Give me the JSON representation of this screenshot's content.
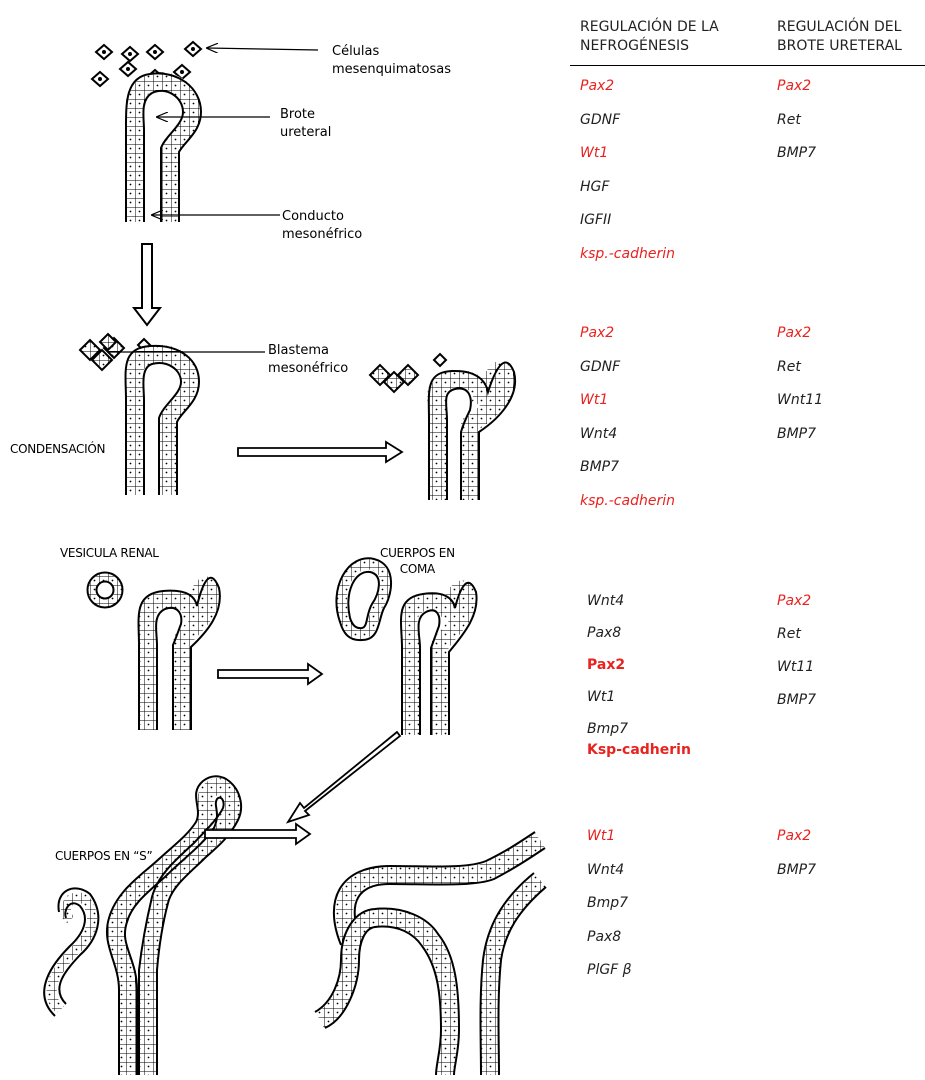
{
  "labels": {
    "celulas": "Células\nmesenquimatosas",
    "brote": "Brote\nureteral",
    "conducto": "Conducto\nmesonéfrico",
    "blastema": "Blastema\nmesonéfrico",
    "condensacion": "CONDENSACIÓN",
    "vesicula": "VESICULA RENAL",
    "coma": "CUERPOS EN\nCOMA",
    "s_bodies": "CUERPOS EN “S”"
  },
  "table": {
    "header_nefro": "REGULACIÓN DE LA\nNEFROGÉNESIS",
    "header_brote": "REGULACIÓN DEL\nBROTE URETERAL",
    "colors": {
      "red": "#e8231f",
      "black": "#222222"
    },
    "groups": [
      {
        "nefro": [
          {
            "t": "Pax2",
            "c": "red"
          },
          {
            "t": "GDNF",
            "c": "black"
          },
          {
            "t": "Wt1",
            "c": "red"
          },
          {
            "t": "HGF",
            "c": "black"
          },
          {
            "t": "IGFII",
            "c": "black"
          },
          {
            "t": "ksp.-cadherin",
            "c": "red"
          }
        ],
        "brote": [
          {
            "t": "Pax2",
            "c": "red"
          },
          {
            "t": "Ret",
            "c": "black"
          },
          {
            "t": "BMP7",
            "c": "black"
          }
        ]
      },
      {
        "nefro": [
          {
            "t": "Pax2",
            "c": "red"
          },
          {
            "t": "GDNF",
            "c": "black"
          },
          {
            "t": "Wt1",
            "c": "red"
          },
          {
            "t": "Wnt4",
            "c": "black"
          },
          {
            "t": "BMP7",
            "c": "black"
          },
          {
            "t": "ksp.-cadherin",
            "c": "red"
          }
        ],
        "brote": [
          {
            "t": "Pax2",
            "c": "red"
          },
          {
            "t": "Ret",
            "c": "black"
          },
          {
            "t": "Wnt11",
            "c": "black"
          },
          {
            "t": "BMP7",
            "c": "black"
          }
        ]
      },
      {
        "nefro": [
          {
            "t": "Wnt4",
            "c": "black"
          },
          {
            "t": "Pax8",
            "c": "black"
          },
          {
            "t": "Pax2",
            "c": "red-bold"
          },
          {
            "t": "Wt1",
            "c": "black"
          },
          {
            "t": "Bmp7",
            "c": "black"
          },
          {
            "t": "Ksp-cadherin",
            "c": "red-bold"
          }
        ],
        "brote": [
          {
            "t": "Pax2",
            "c": "red"
          },
          {
            "t": "Ret",
            "c": "black"
          },
          {
            "t": "Wt11",
            "c": "black"
          },
          {
            "t": "BMP7",
            "c": "black"
          }
        ]
      },
      {
        "nefro": [
          {
            "t": "Wt1",
            "c": "red"
          },
          {
            "t": "Wnt4",
            "c": "black"
          },
          {
            "t": "Bmp7",
            "c": "black"
          },
          {
            "t": "Pax8",
            "c": "black"
          },
          {
            "t": "PlGF β",
            "c": "black"
          }
        ],
        "brote": [
          {
            "t": "Pax2",
            "c": "red"
          },
          {
            "t": "BMP7",
            "c": "black"
          }
        ]
      }
    ]
  }
}
